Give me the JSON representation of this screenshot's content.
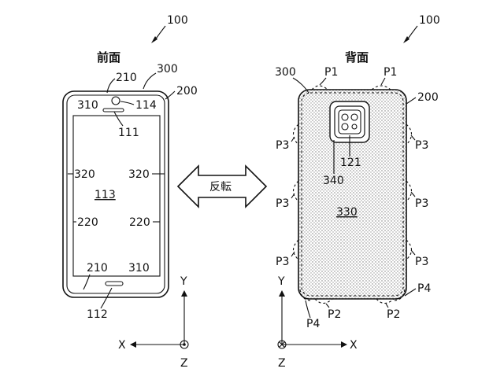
{
  "figure": {
    "front": {
      "ref": "100",
      "heading": "前面",
      "labels": {
        "l210_top": "210",
        "l300": "300",
        "l200": "200",
        "l310_top": "310",
        "l114": "114",
        "l111": "111",
        "l320_left": "320",
        "l320_right": "320",
        "l113": "113",
        "l220_left": "220",
        "l220_right": "220",
        "l210_bottom": "210",
        "l310_bottom": "310",
        "l112": "112"
      },
      "axes": {
        "y": "Y",
        "x": "X",
        "z": "Z"
      }
    },
    "flip_label": "反転",
    "back": {
      "ref": "100",
      "heading": "背面",
      "labels": {
        "l300": "300",
        "p1_left": "P1",
        "p1_right": "P1",
        "l200": "200",
        "p3_l1": "P3",
        "p3_r1": "P3",
        "l121": "121",
        "l340": "340",
        "p3_l2": "P3",
        "p3_r2": "P3",
        "l330": "330",
        "p3_l3": "P3",
        "p3_r3": "P3",
        "p4_right": "P4",
        "p4_left": "P4",
        "p2_left": "P2",
        "p2_right": "P2"
      },
      "axes": {
        "y": "Y",
        "x": "X",
        "z": "Z"
      }
    }
  }
}
